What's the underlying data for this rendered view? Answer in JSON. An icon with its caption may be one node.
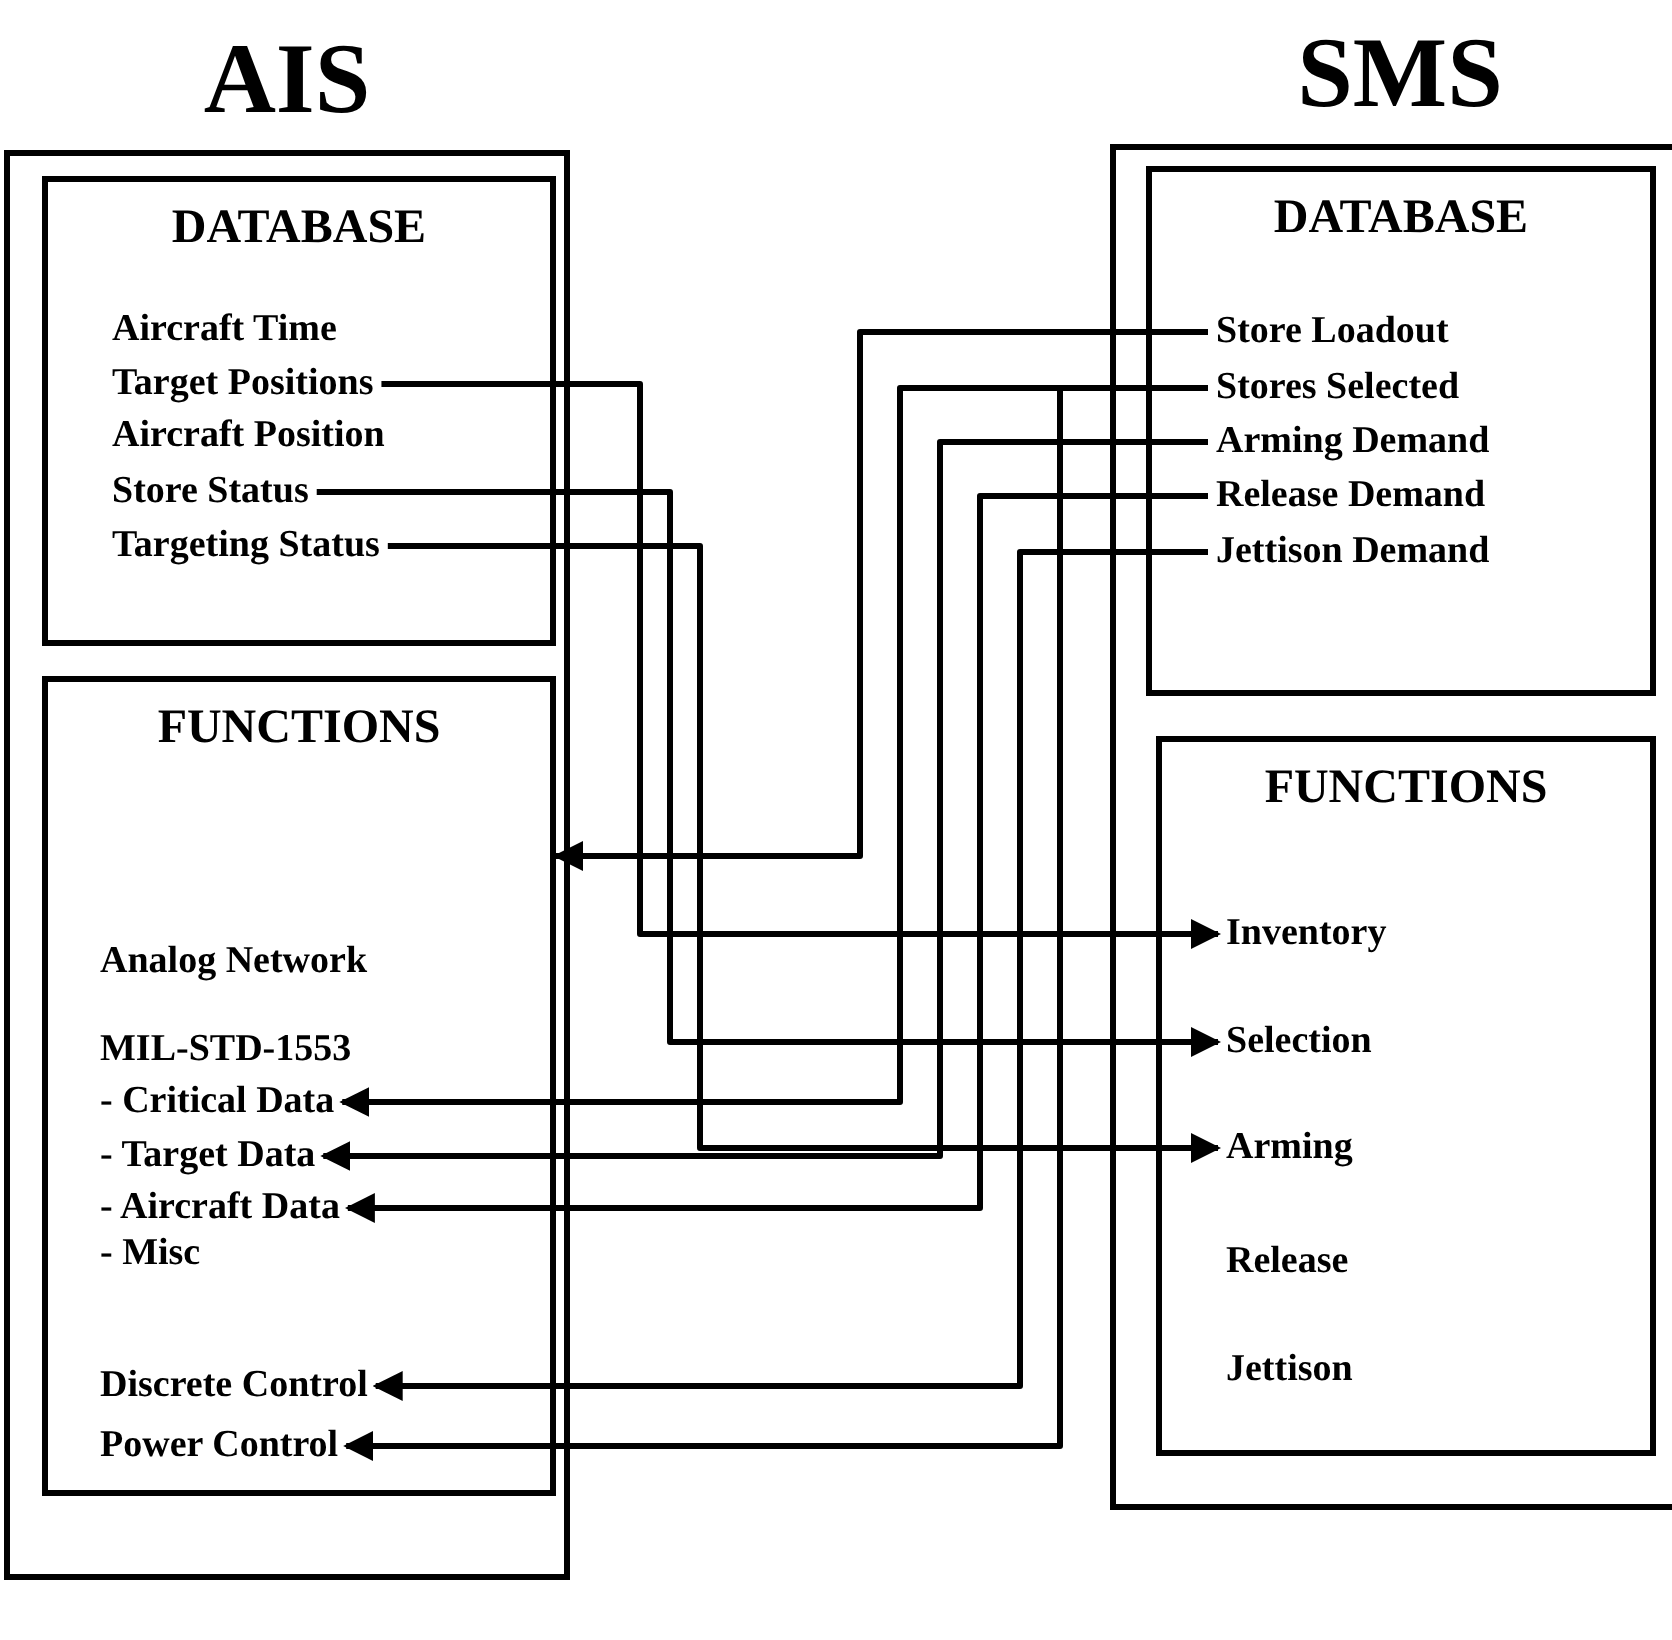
{
  "diagram": {
    "nodes": [
      {
        "text": [
          "AIS"
        ]
      },
      {
        "text": [
          "DATABASE"
        ],
        "in": 0
      },
      {
        "text": [
          "Aircraft Time"
        ],
        "in": 1
      },
      {
        "text": [
          "Target Positions"
        ],
        "in": 1
      },
      {
        "text": [
          "Aircraft Position"
        ],
        "in": 1
      },
      {
        "text": [
          "Store Status"
        ],
        "in": 1
      },
      {
        "text": [
          "Targeting Status"
        ],
        "in": 1
      },
      {
        "text": [
          "FUNCTIONS"
        ],
        "in": 0
      },
      {
        "text": [
          "Analog Network"
        ],
        "in": 7
      },
      {
        "text": [
          "MIL-STD-1553"
        ],
        "in": 7
      },
      {
        "text": [
          "- Critical Data"
        ],
        "in": 7
      },
      {
        "text": [
          "- Target Data"
        ],
        "in": 7
      },
      {
        "text": [
          "- Aircraft Data"
        ],
        "in": 7
      },
      {
        "text": [
          "- Misc"
        ],
        "in": 7
      },
      {
        "text": [
          "Discrete Control"
        ],
        "in": 7
      },
      {
        "text": [
          "Power Control"
        ],
        "in": 7
      },
      {
        "text": [
          "SMS"
        ]
      },
      {
        "text": [
          "DATABASE"
        ],
        "in": 16
      },
      {
        "text": [
          "Store Loadout"
        ],
        "in": 17
      },
      {
        "text": [
          "Stores Selected"
        ],
        "in": 17
      },
      {
        "text": [
          "Arming Demand"
        ],
        "in": 17
      },
      {
        "text": [
          "Release Demand"
        ],
        "in": 17
      },
      {
        "text": [
          "Jettison Demand"
        ],
        "in": 17
      },
      {
        "text": [
          "FUNCTIONS"
        ],
        "in": 16
      },
      {
        "text": [
          "Inventory"
        ],
        "in": 23
      },
      {
        "text": [
          "Selection"
        ],
        "in": 23
      },
      {
        "text": [
          "Arming"
        ],
        "in": 23
      },
      {
        "text": [
          "Release"
        ],
        "in": 23
      },
      {
        "text": [
          "Jettison"
        ],
        "in": 23
      }
    ],
    "edges": [
      {
        "from": 3,
        "to": 24,
        "arrow": "to"
      },
      {
        "from": 5,
        "to": 25,
        "arrow": "to"
      },
      {
        "from": 6,
        "to": 26,
        "arrow": "to"
      },
      {
        "from": 18,
        "to": 7,
        "arrow": "to"
      },
      {
        "from": 19,
        "to": 10,
        "arrow": "to"
      },
      {
        "from": 20,
        "to": 11,
        "arrow": "to"
      },
      {
        "from": 21,
        "to": 12,
        "arrow": "to"
      },
      {
        "from": 22,
        "to": 14,
        "arrow": "to"
      },
      {
        "from": 19,
        "to": 15,
        "arrow": "to"
      }
    ]
  }
}
